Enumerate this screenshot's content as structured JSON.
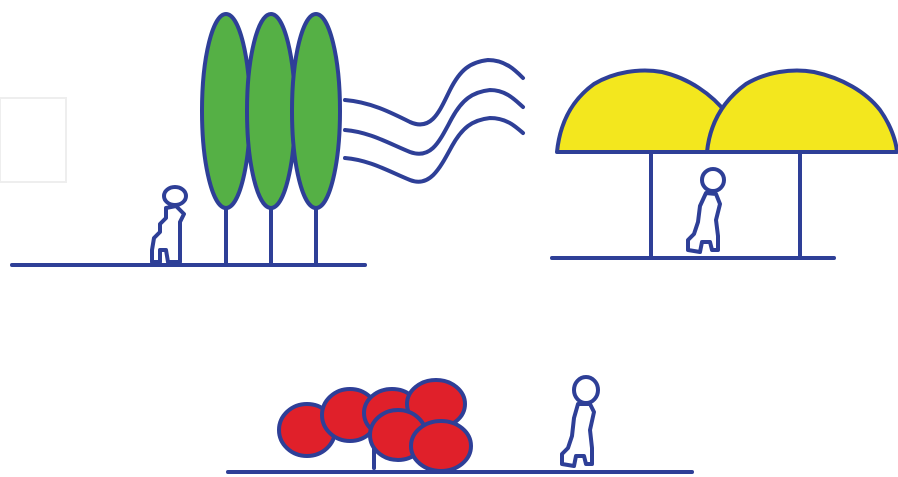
{
  "panels": [
    {
      "name": "tall-trees-windbreak",
      "elements": [
        "person",
        "three-columnar-trees",
        "wind-lines"
      ]
    },
    {
      "name": "canopy-shade-trees",
      "elements": [
        "two-umbrella-trees",
        "person"
      ]
    },
    {
      "name": "low-shrubs",
      "elements": [
        "red-shrub-cluster",
        "person"
      ]
    }
  ],
  "colors": {
    "outline": "#2e3f97",
    "tree_green": "#55b045",
    "canopy_yellow": "#f3e71e",
    "shrub_red": "#e0202a",
    "background": "#ffffff"
  }
}
